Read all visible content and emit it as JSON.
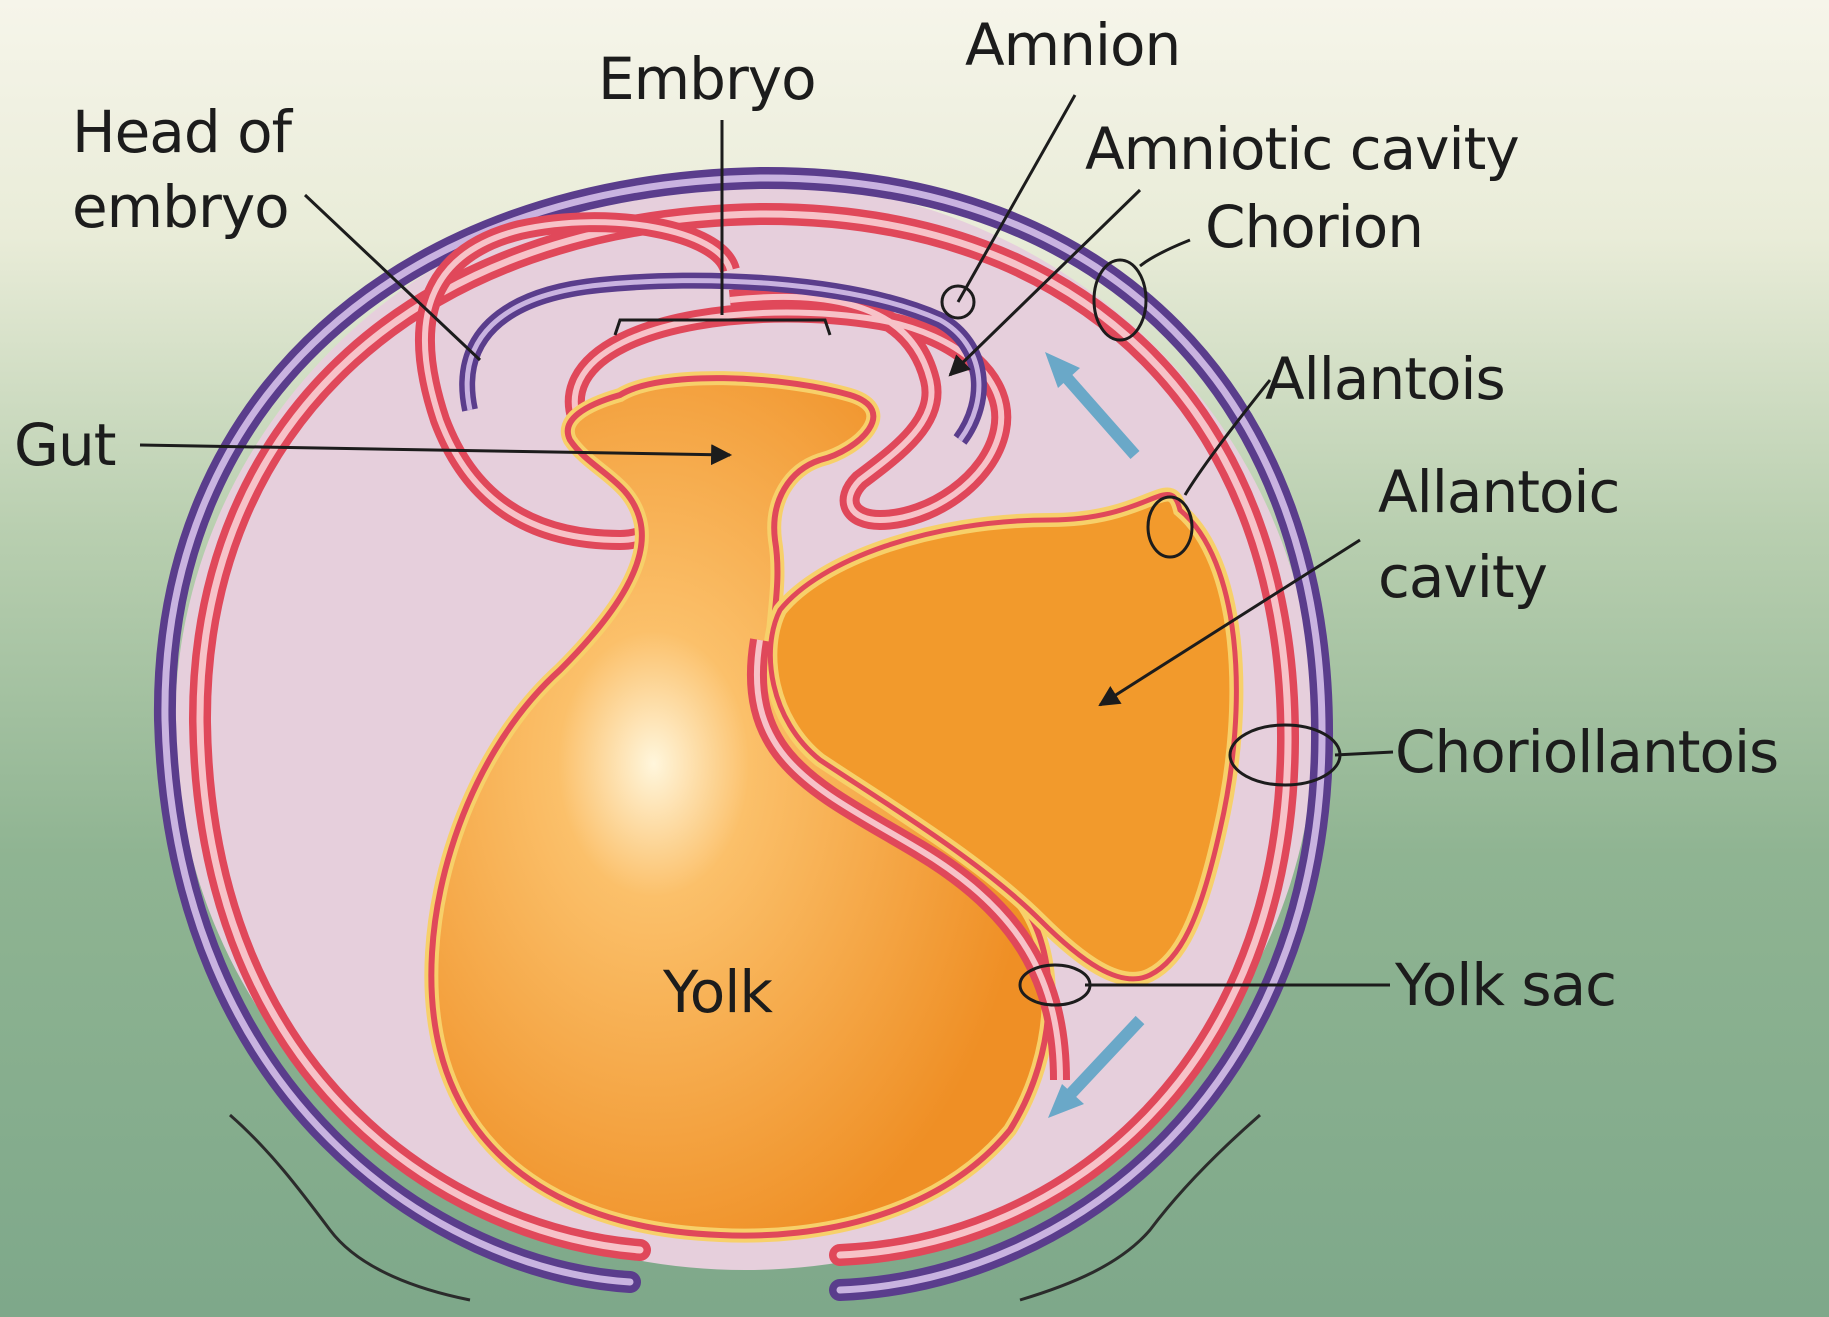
{
  "labels": {
    "amnion": "Amnion",
    "embryo": "Embryo",
    "head_of_embryo_line1": "Head of",
    "head_of_embryo_line2": "embryo",
    "amniotic_cavity": "Amniotic cavity",
    "chorion": "Chorion",
    "allantois": "Allantois",
    "gut": "Gut",
    "allantoic_cavity_line1": "Allantoic",
    "allantoic_cavity_line2": "cavity",
    "choriollantois": "Choriollantois",
    "yolk": "Yolk",
    "yolk_sac": "Yolk sac"
  },
  "colors": {
    "chorion_outer": "#5a3d8c",
    "membrane_red": "#e0485a",
    "membrane_pink": "#f7c2c8",
    "cavity_fill": "#e6cfdc",
    "yolk_fill": "#f29a2c",
    "yolk_edge": "#f7d06a",
    "arrow_blue": "#6aa8c8"
  }
}
